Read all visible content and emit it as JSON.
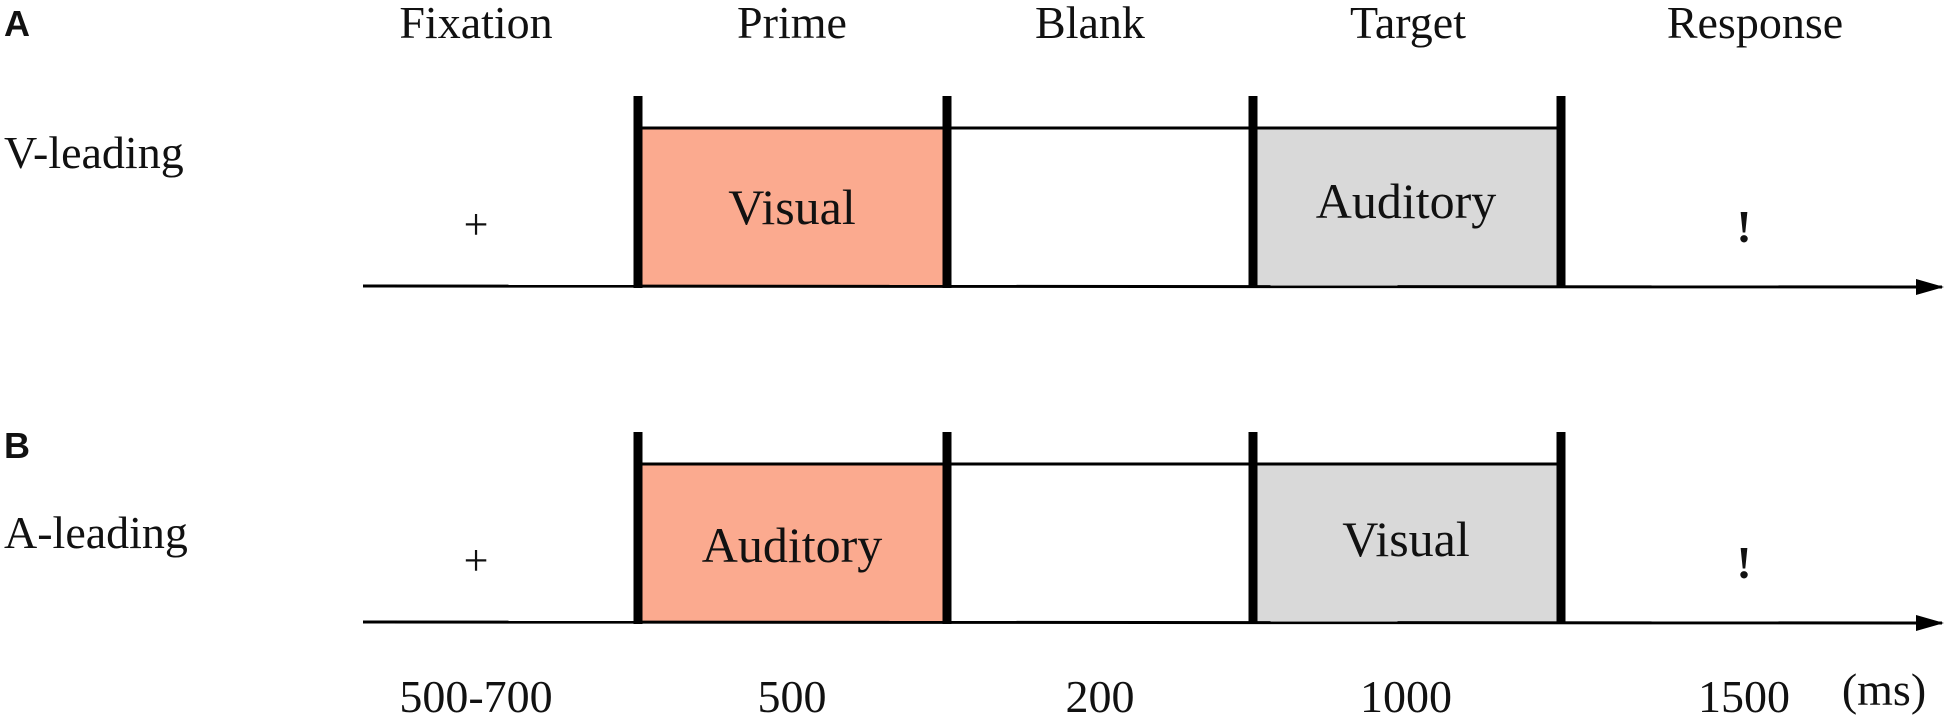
{
  "phases": [
    "Fixation",
    "Prime",
    "Blank",
    "Target",
    "Response"
  ],
  "durations": [
    "500-700",
    "500",
    "200",
    "1000",
    "1500"
  ],
  "unit": "(ms)",
  "panels": [
    {
      "letter": "A",
      "condition": "V-leading",
      "fixation_symbol": "+",
      "prime_label": "Visual",
      "target_label": "Auditory",
      "response_symbol": "!"
    },
    {
      "letter": "B",
      "condition": "A-leading",
      "fixation_symbol": "+",
      "prime_label": "Auditory",
      "target_label": "Visual",
      "response_symbol": "!"
    }
  ],
  "colors": {
    "prime_fill": "#fbaa8f",
    "target_fill": "#d9d9d9",
    "lines": "#000000"
  }
}
